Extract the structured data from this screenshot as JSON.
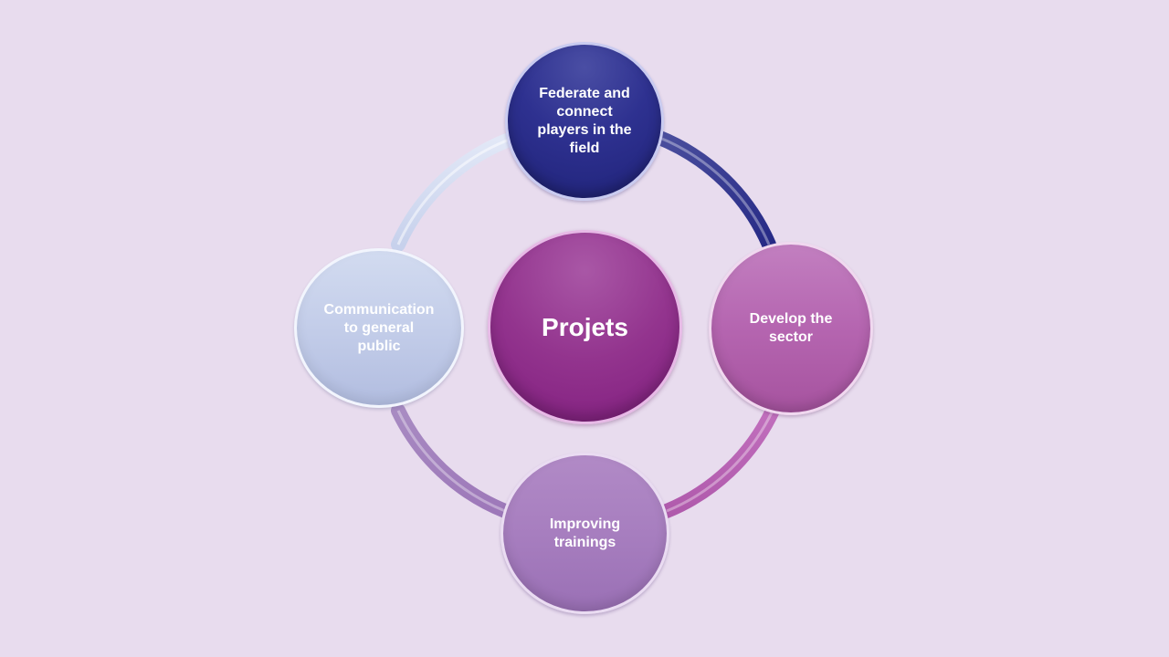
{
  "diagram": {
    "center": {
      "label": "Projets"
    },
    "nodes": {
      "top": {
        "label": "Federate and\nconnect\nplayers in the\nfield"
      },
      "right": {
        "label": "Develop the\nsector"
      },
      "bottom": {
        "label": "Improving\ntrainings"
      },
      "left": {
        "label": "Communication\nto general\npublic"
      }
    },
    "colors": {
      "background": "#e8dcee",
      "top": "#2e3190",
      "right": "#b565b0",
      "bottom": "#a77ebf",
      "left": "#c3cde9",
      "center": "#93348e"
    }
  }
}
